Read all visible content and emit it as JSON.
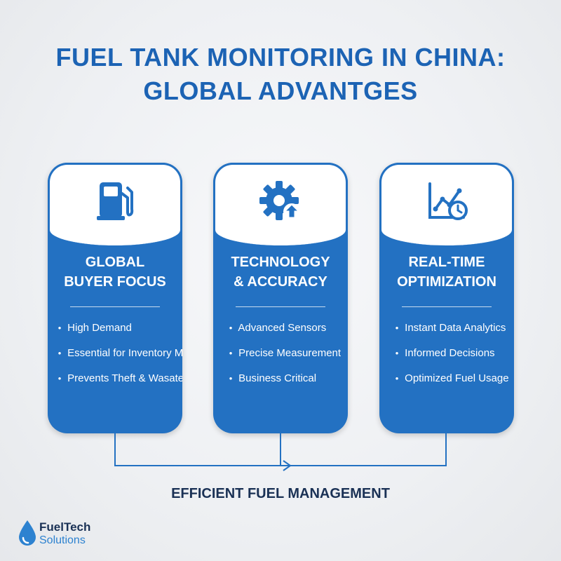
{
  "title": {
    "line1": "FUEL TANK MONITORING IN CHINA:",
    "line2": "GLOBAL ADVANTGES"
  },
  "cards": [
    {
      "icon": "fuel-pump-icon",
      "heading": [
        "GLOBAL",
        "BUYER FOCUS"
      ],
      "items": [
        "High Demand",
        "Essential for Inventory Mngt.",
        "Prevents Theft & Wasate"
      ]
    },
    {
      "icon": "gear-upload-icon",
      "heading": [
        "TECHNOLOGY",
        "& ACCURACY"
      ],
      "items": [
        "Advanced Sensors",
        "Precise Measurement",
        "Business Critical"
      ]
    },
    {
      "icon": "chart-clock-icon",
      "heading": [
        "REAL-TIME",
        "OPTIMIZATION"
      ],
      "items": [
        "Instant Data Analytics",
        "Informed Decisions",
        "Optimized Fuel Usage"
      ]
    }
  ],
  "bottom_label": "EFFICIENT FUEL MANAGEMENT",
  "logo": {
    "line1": "FuelTech",
    "line2": "Solutions",
    "icon": "water-drop-icon"
  },
  "colors": {
    "primary_blue": "#2371c2",
    "title_blue": "#1c63b4",
    "dark_navy": "#1a3155",
    "background": "#eef0f3"
  }
}
